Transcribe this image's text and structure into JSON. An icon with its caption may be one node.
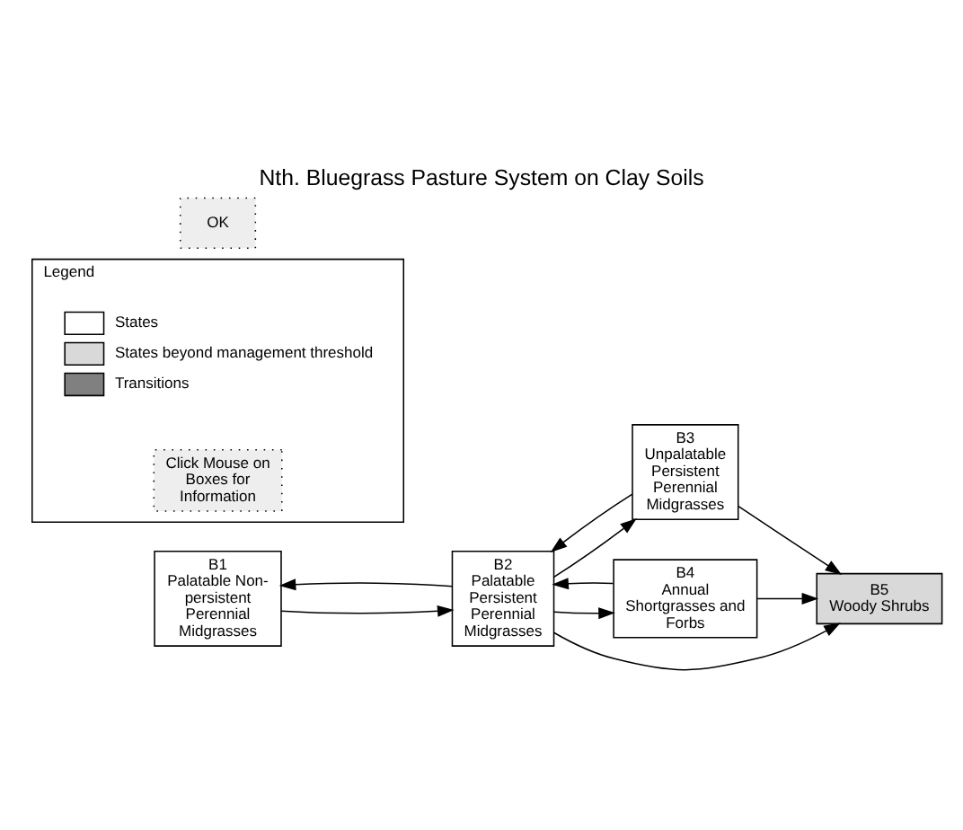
{
  "diagram": {
    "title": "Nth. Bluegrass Pasture System on Clay Soils",
    "nodes": [
      {
        "text": [
          "B1",
          "Palatable Non-persistent Perennial Midgrasses"
        ]
      },
      {
        "text": [
          "B2",
          "Palatable Persistent Perennial Midgrasses"
        ]
      },
      {
        "text": [
          "B3",
          "Unpalatable Persistent Perennial Midgrasses"
        ]
      },
      {
        "text": [
          "B4",
          "Annual Shortgrasses and Forbs"
        ]
      },
      {
        "text": [
          "B5",
          "Woody Shrubs"
        ]
      },
      {
        "text": [
          "Legend"
        ]
      },
      {
        "text": [
          "Click Mouse on Boxes for Information"
        ],
        "in": 5
      },
      {
        "text": [
          "OK"
        ]
      }
    ],
    "edges": [
      {
        "from": 0,
        "to": 1,
        "arrow": "to"
      },
      {
        "from": 1,
        "to": 0,
        "arrow": "to"
      },
      {
        "from": 1,
        "to": 2,
        "arrow": "to"
      },
      {
        "from": 2,
        "to": 1,
        "arrow": "to"
      },
      {
        "from": 2,
        "to": 4,
        "arrow": "to"
      },
      {
        "from": 1,
        "to": 4,
        "arrow": "to"
      },
      {
        "from": 1,
        "to": 3,
        "arrow": "to"
      },
      {
        "from": 3,
        "to": 1,
        "arrow": "to"
      },
      {
        "from": 3,
        "to": 4,
        "arrow": "to"
      }
    ],
    "legend": [
      {
        "text": "States"
      },
      {
        "text": "States beyond management threshold",
        "color": "#d9d9d9"
      },
      {
        "text": "Transitions",
        "color": "#808080"
      }
    ]
  }
}
